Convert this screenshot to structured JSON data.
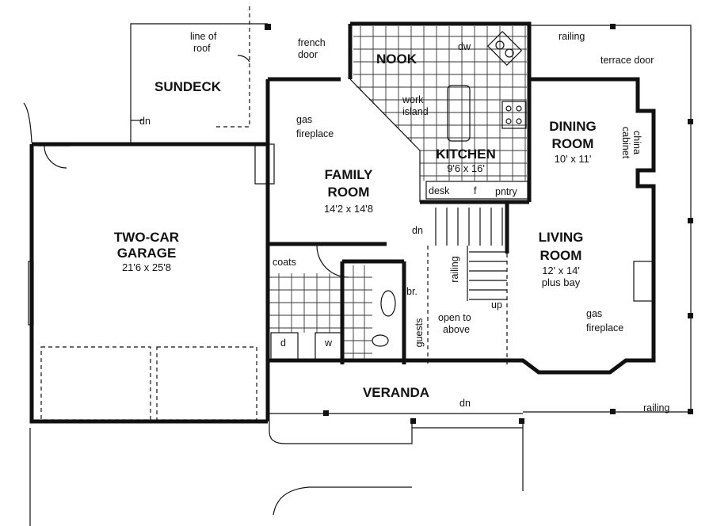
{
  "rooms": {
    "sundeck": "SUNDECK",
    "garage": [
      "TWO-CAR",
      "GARAGE"
    ],
    "garage_dim": "21'6 x 25'8",
    "family": [
      "FAMILY",
      "ROOM"
    ],
    "family_dim": "14'2 x 14'8",
    "nook": "NOOK",
    "kitchen": "KITCHEN",
    "kitchen_dim": "9'6 x 16'",
    "dining": [
      "DINING",
      "ROOM"
    ],
    "dining_dim": "10' x 11'",
    "living": [
      "LIVING",
      "ROOM"
    ],
    "living_dim": [
      "12' x 14'",
      "plus bay"
    ],
    "veranda": "VERANDA"
  },
  "labels": {
    "line_of_roof": [
      "line of",
      "roof"
    ],
    "french_door": [
      "french",
      "door"
    ],
    "dw": "dw",
    "railing_top": "railing",
    "terrace_door": "terrace door",
    "china_cabinet": [
      "china",
      "cabinet"
    ],
    "work_island": [
      "work",
      "island"
    ],
    "gas_fireplace_family": [
      "gas",
      "fireplace"
    ],
    "gas_fireplace_living": [
      "gas",
      "fireplace"
    ],
    "desk": "desk",
    "f": "f",
    "pntry": "pntry",
    "dn_sundeck": "dn",
    "dn_stairs": "dn",
    "dn_veranda": "dn",
    "coats": "coats",
    "br": "br.",
    "railing_stairs": "railing",
    "up": "up",
    "guests": "guests",
    "open_to_above": [
      "open to",
      "above"
    ],
    "d": "d",
    "w": "w",
    "railing_veranda": "railing"
  }
}
